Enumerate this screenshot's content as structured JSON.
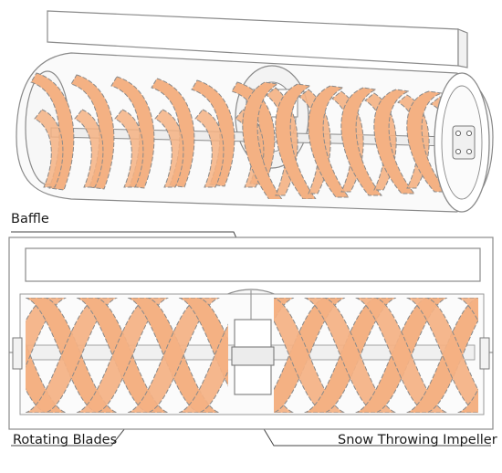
{
  "labels": {
    "baffle": "Baffle",
    "rotating_blades": "Rotating Blades",
    "snow_throwing_impeller": "Snow Throwing Impeller"
  },
  "colors": {
    "blade_fill": "#F4B183",
    "outline": "#8a8a8a",
    "background": "#ffffff",
    "leader": "#444444"
  }
}
